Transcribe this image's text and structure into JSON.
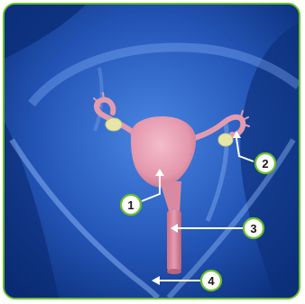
{
  "callouts": [
    {
      "id": "1",
      "label": "1"
    },
    {
      "id": "2",
      "label": "2"
    },
    {
      "id": "3",
      "label": "3"
    },
    {
      "id": "4",
      "label": "4"
    }
  ],
  "colors": {
    "background_deep": "#0b2e79",
    "background_light": "#3e7ad8",
    "body_glow": "#7fb0ff",
    "organ": "#e8a0b4",
    "organ_shadow": "#c7718a",
    "ovary": "#e8e6a6",
    "frame_border": "#6cbf2a",
    "callout_fill": "#ffffff"
  }
}
